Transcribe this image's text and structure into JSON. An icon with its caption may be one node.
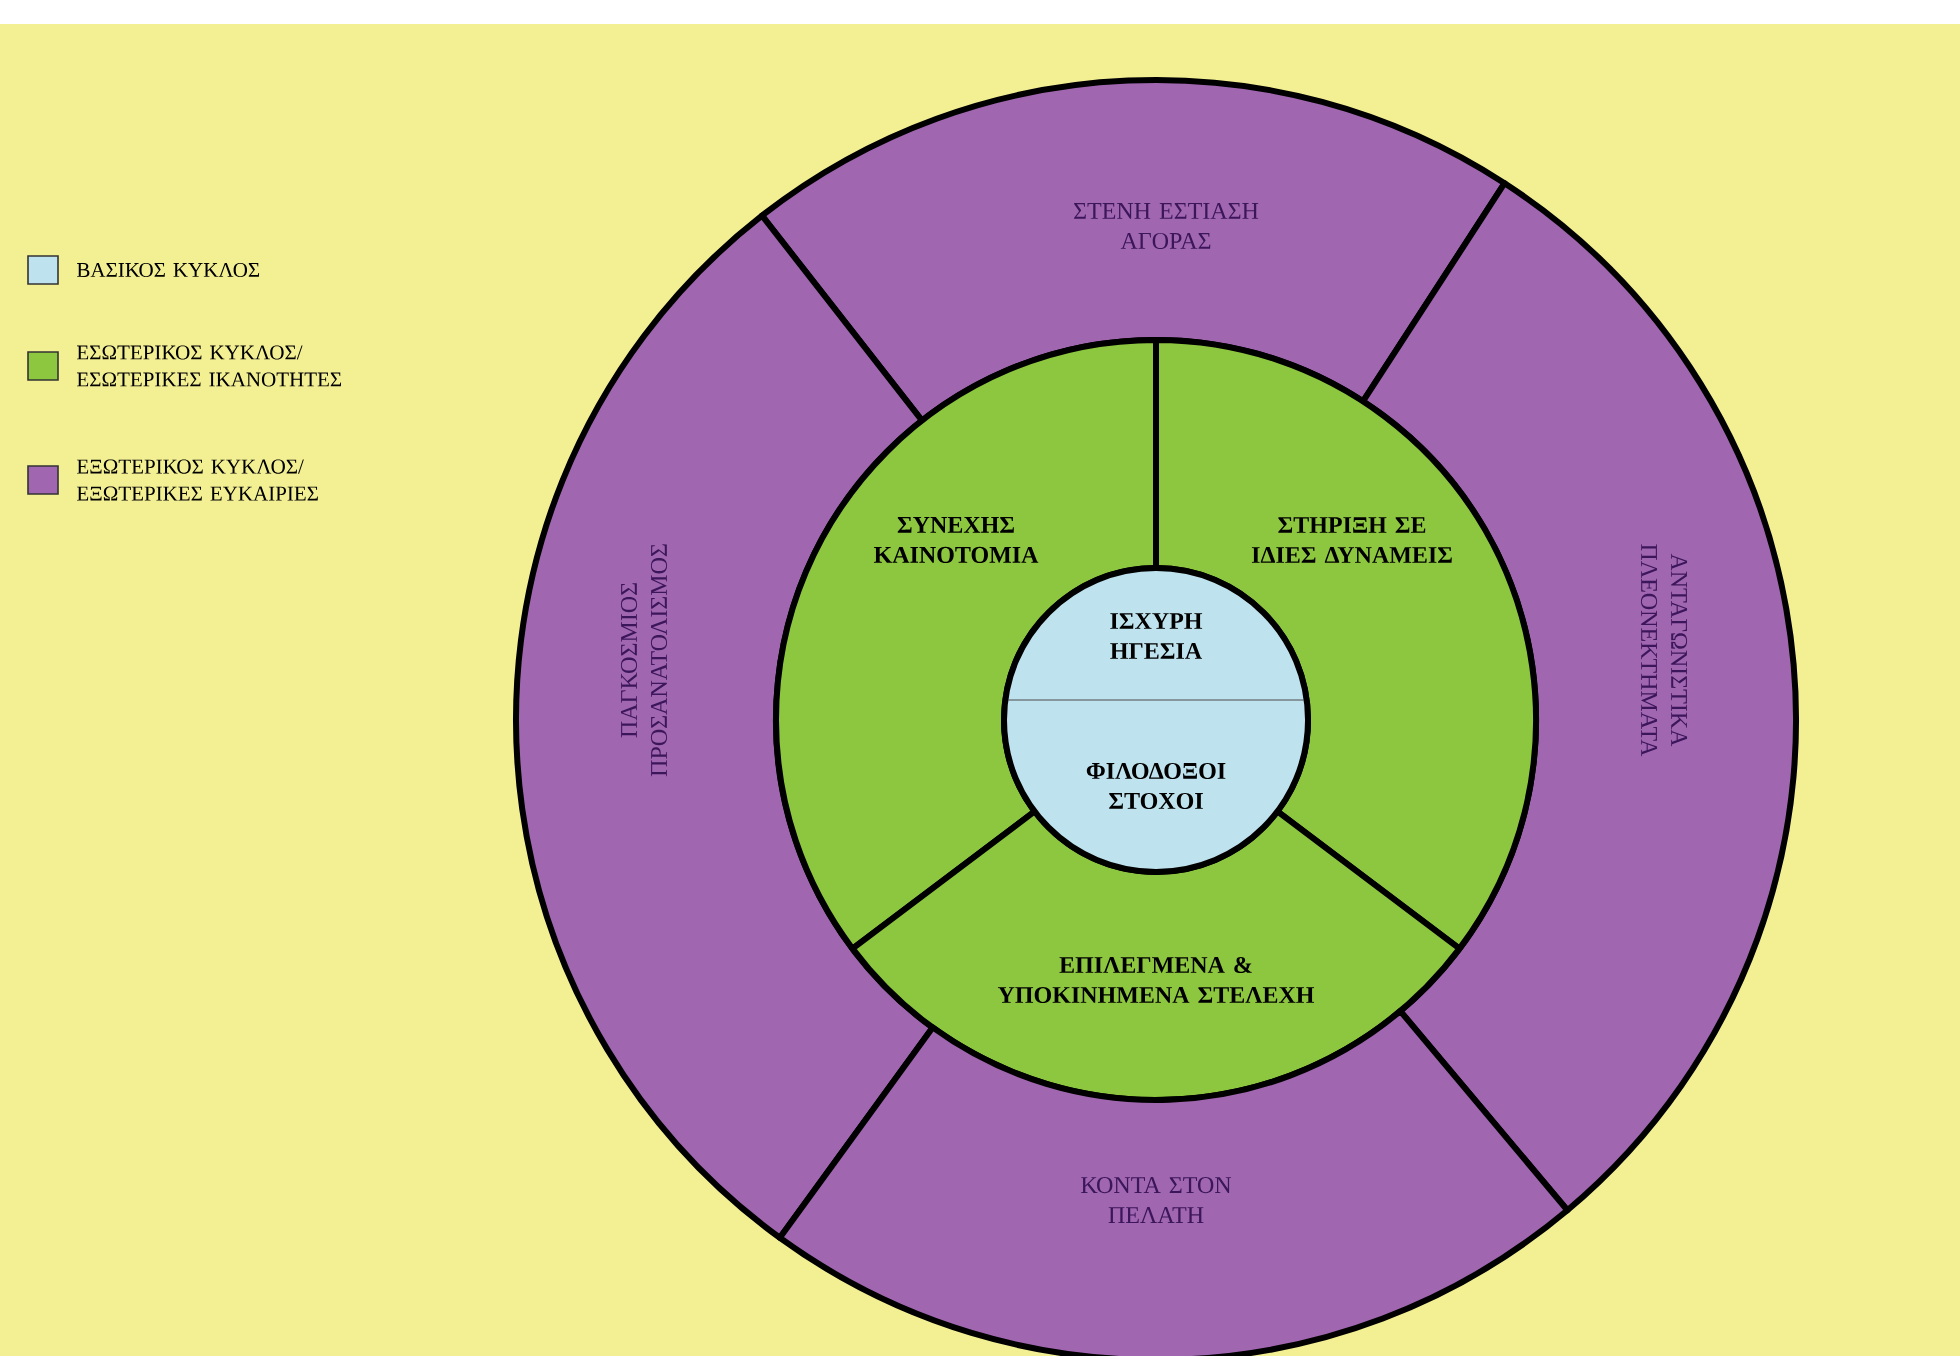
{
  "diagram": {
    "nodes": [
      {
        "text": [
          "ΣΤΕΝΗ ΕΣΤΙΑΣΗ ΑΓΟΡΑΣ"
        ]
      },
      {
        "text": [
          "ΠΑΓΚΟΣΜΙΟΣ ΠΡΟΣΑΝΑΤΟΛΙΣΜΟΣ"
        ]
      },
      {
        "text": [
          "ΑΝΤΑΓΩΝΙΣΤΙΚΑ ΠΛΕΟΝΕΚΤΗΜΑΤΑ"
        ]
      },
      {
        "text": [
          "ΣΥΝΕΧΗΣ ΚΑΙΝΟΤΟΜΙΑ"
        ]
      },
      {
        "text": [
          "ΣΤΗΡΙΞΗ ΣΕ ΙΔΙΕΣ ΔΥΝΑΜΕΙΣ"
        ]
      },
      {
        "text": [
          "ΙΣΧΥΡΗ ΗΓΕΣΙΑ",
          "ΦΙΛΟΔΟΞΟΙ ΣΤΟΧΟΙ"
        ]
      },
      {
        "text": [
          "ΕΠΙΛΕΓΜΕΝΑ & ΥΠΟΚΙΝΗΜΕΝΑ ΣΤΕΛΕΧΗ"
        ]
      },
      {
        "text": [
          "ΚΟΝΤΑ ΣΤΟΝ ΠΕΛΑΤΗ"
        ]
      }
    ],
    "legend": [
      {
        "text": "ΒΑΣΙΚΟΣ ΚΥΚΛΟΣ",
        "color": "#bfe3ee"
      },
      {
        "text": "ΕΣΩΤΕΡΙΚΟΣ ΚΥΚΛΟΣ/ ΕΣΩΤΕΡΙΚΕΣ ΙΚΑΝΟΤΗΤΕΣ",
        "color": "#8dc63f"
      },
      {
        "text": "ΕΞΩΤΕΡΙΚΟΣ ΚΥΚΛΟΣ/ ΕΞΩΤΕΡΙΚΕΣ ΕΥΚΑΙΡΙΕΣ",
        "color": "#a066b0"
      }
    ]
  }
}
